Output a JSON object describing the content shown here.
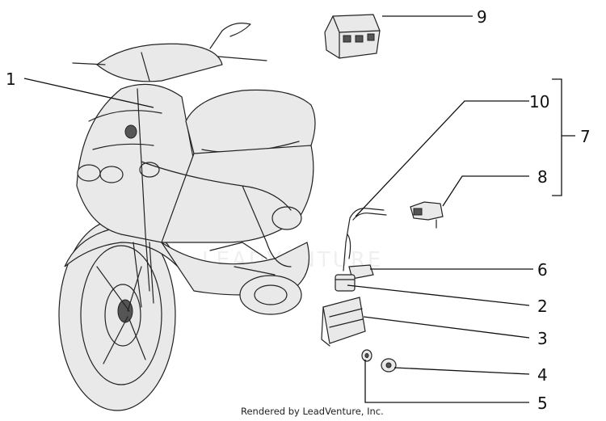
{
  "callouts": [
    {
      "id": "1",
      "label": "1"
    },
    {
      "id": "2",
      "label": "2"
    },
    {
      "id": "3",
      "label": "3"
    },
    {
      "id": "4",
      "label": "4"
    },
    {
      "id": "5",
      "label": "5"
    },
    {
      "id": "6",
      "label": "6"
    },
    {
      "id": "7",
      "label": "7"
    },
    {
      "id": "8",
      "label": "8"
    },
    {
      "id": "9",
      "label": "9"
    },
    {
      "id": "10",
      "label": "10"
    }
  ],
  "credit": "Rendered by LeadVenture, Inc.",
  "watermark": "LEADVENTURE"
}
